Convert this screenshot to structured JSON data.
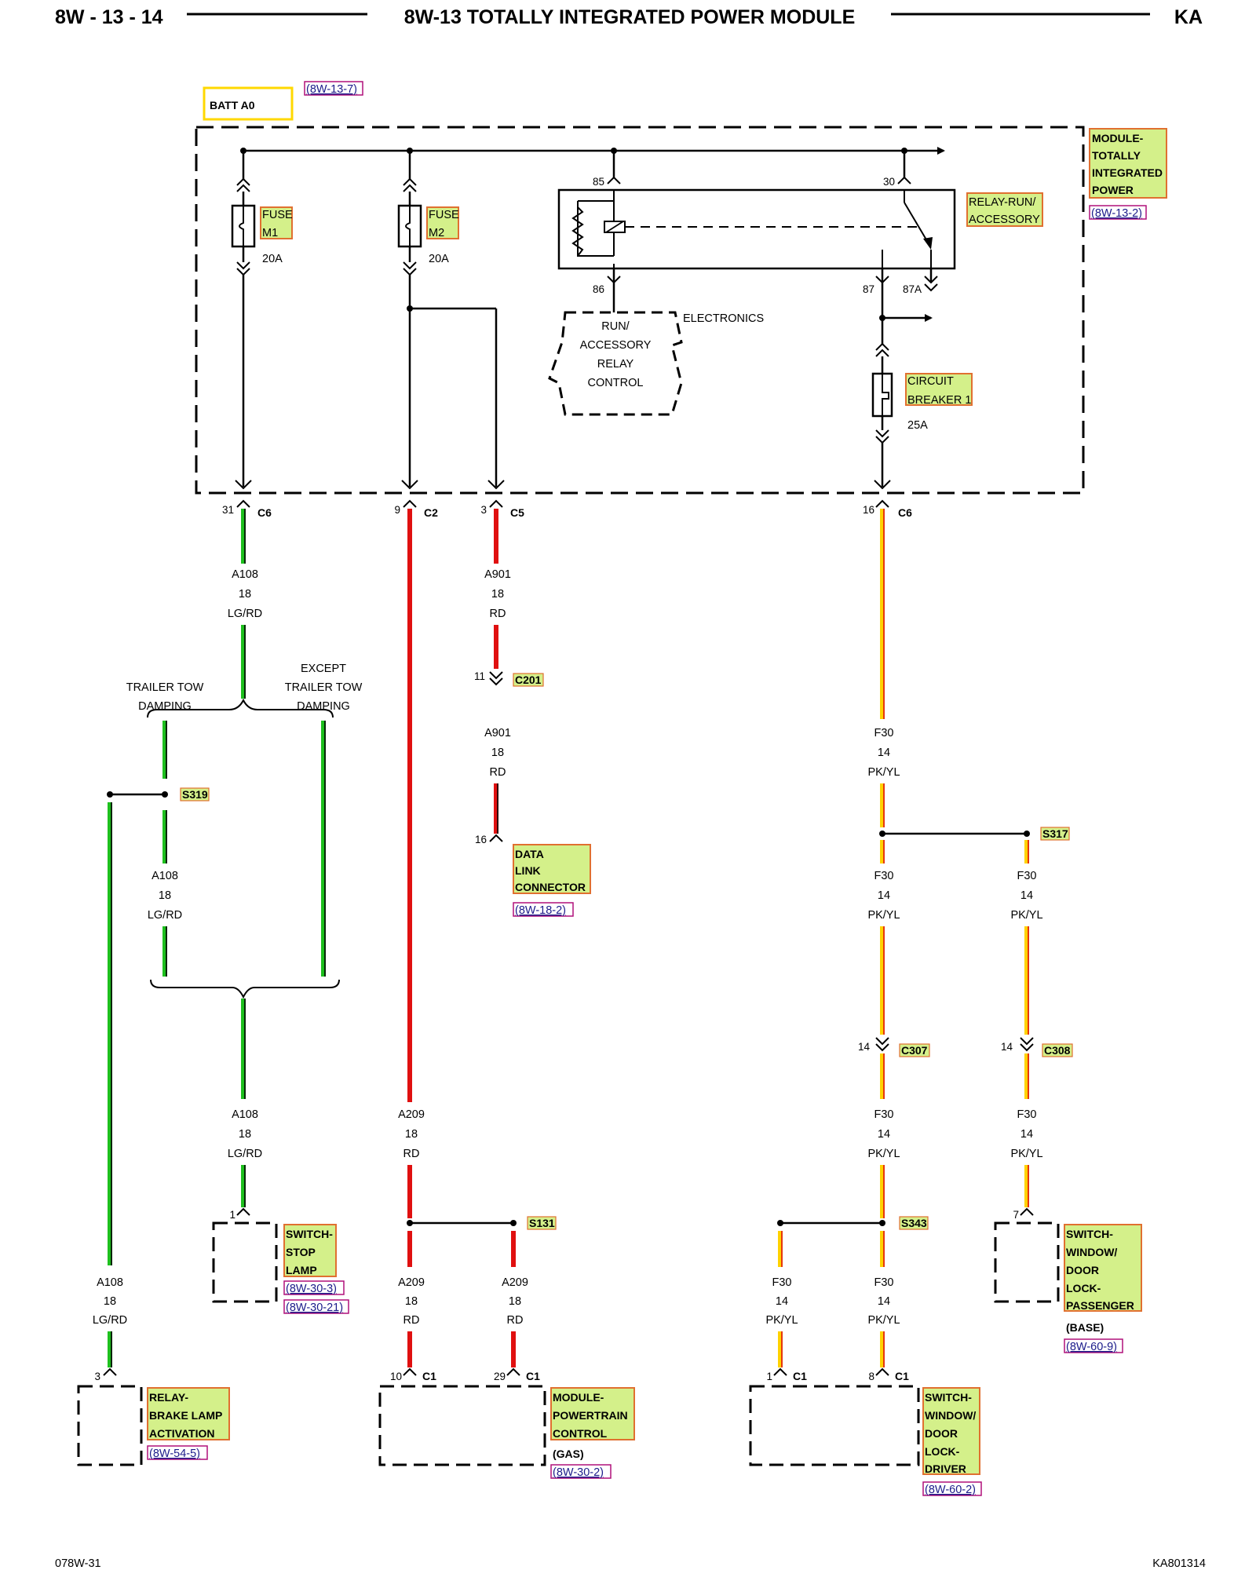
{
  "header": {
    "page_number": "8W - 13 - 14",
    "title": "8W-13 TOTALLY INTEGRATED POWER MODULE",
    "code": "KA"
  },
  "footer": {
    "left_code": "078W-31",
    "right_code": "KA801314"
  },
  "module": {
    "label_lines": [
      "MODULE-",
      "TOTALLY",
      "INTEGRATED",
      "POWER"
    ],
    "ref": "(8W-13-2)"
  },
  "batt": {
    "label": "BATT A0",
    "ref": "(8W-13-7)"
  },
  "fuses": [
    {
      "label_lines": [
        "FUSE",
        "M1"
      ],
      "rating": "20A"
    },
    {
      "label_lines": [
        "FUSE",
        "M2"
      ],
      "rating": "20A"
    }
  ],
  "relay": {
    "label_lines": [
      "RELAY-RUN/",
      "ACCESSORY"
    ],
    "pins": [
      "85",
      "30",
      "86",
      "87",
      "87A"
    ]
  },
  "electronics": {
    "label": "ELECTRONICS",
    "control_lines": [
      "RUN/",
      "ACCESSORY",
      "RELAY",
      "CONTROL"
    ]
  },
  "circuit_breaker": {
    "label_lines": [
      "CIRCUIT",
      "BREAKER 1"
    ],
    "rating": "25A"
  },
  "connectors": {
    "c6_a": {
      "pin": "31",
      "name": "C6"
    },
    "c2": {
      "pin": "9",
      "name": "C2"
    },
    "c5": {
      "pin": "3",
      "name": "C5"
    },
    "c6_b": {
      "pin": "16",
      "name": "C6"
    },
    "c201": {
      "pin": "11",
      "name": "C201"
    },
    "c307": {
      "pin": "14",
      "name": "C307"
    },
    "c308": {
      "pin": "14",
      "name": "C308"
    },
    "pcm_c1_a": {
      "pin": "10",
      "name": "C1"
    },
    "pcm_c1_b": {
      "pin": "29",
      "name": "C1"
    },
    "drv_c1_a": {
      "pin": "1",
      "name": "C1"
    },
    "drv_c1_b": {
      "pin": "8",
      "name": "C1"
    }
  },
  "splices": {
    "s319": "S319",
    "s317": "S317",
    "s131": "S131",
    "s343": "S343"
  },
  "options": {
    "trailer_tow_lines": [
      "TRAILER TOW",
      "DAMPING"
    ],
    "except_lines": [
      "EXCEPT",
      "TRAILER TOW",
      "DAMPING"
    ]
  },
  "wires": {
    "a108_top": [
      "A108",
      "18",
      "LG/RD"
    ],
    "a108_mid": [
      "A108",
      "18",
      "LG/RD"
    ],
    "a108_low": [
      "A108",
      "18",
      "LG/RD"
    ],
    "a108_left": [
      "A108",
      "18",
      "LG/RD"
    ],
    "a901_top": [
      "A901",
      "18",
      "RD"
    ],
    "a901_low": [
      "A901",
      "18",
      "RD"
    ],
    "a209_top": [
      "A209",
      "18",
      "RD"
    ],
    "a209_l": [
      "A209",
      "18",
      "RD"
    ],
    "a209_r": [
      "A209",
      "18",
      "RD"
    ],
    "f30_top": [
      "F30",
      "14",
      "PK/YL"
    ],
    "f30_mid": [
      "F30",
      "14",
      "PK/YL"
    ],
    "f30_r1": [
      "F30",
      "14",
      "PK/YL"
    ],
    "f30_c307": [
      "F30",
      "14",
      "PK/YL"
    ],
    "f30_c308": [
      "F30",
      "14",
      "PK/YL"
    ],
    "f30_bl": [
      "F30",
      "14",
      "PK/YL"
    ],
    "f30_br": [
      "F30",
      "14",
      "PK/YL"
    ]
  },
  "components": {
    "dlc": {
      "pin": "16",
      "label_lines": [
        "DATA",
        "LINK",
        "CONNECTOR"
      ],
      "ref": "(8W-18-2)"
    },
    "stop_lamp": {
      "pin": "1",
      "label_lines": [
        "SWITCH-",
        "STOP",
        "LAMP"
      ],
      "refs": [
        "(8W-30-3)",
        "(8W-30-21)"
      ]
    },
    "brake_relay": {
      "pin": "3",
      "label_lines": [
        "RELAY-",
        "BRAKE LAMP",
        "ACTIVATION"
      ],
      "ref": "(8W-54-5)"
    },
    "pcm": {
      "label_lines": [
        "MODULE-",
        "POWERTRAIN",
        "CONTROL"
      ],
      "note": "(GAS)",
      "ref": "(8W-30-2)"
    },
    "driver_switch": {
      "label_lines": [
        "SWITCH-",
        "WINDOW/",
        "DOOR",
        "LOCK-",
        "DRIVER"
      ],
      "ref": "(8W-60-2)"
    },
    "pass_switch": {
      "pin": "7",
      "label_lines": [
        "SWITCH-",
        "WINDOW/",
        "DOOR",
        "LOCK-",
        "PASSENGER"
      ],
      "note": "(BASE)",
      "ref": "(8W-60-9)"
    }
  },
  "colors": {
    "wire_red": "#e01010",
    "wire_green": "#1ec01e",
    "wire_yellow": "#ffd200",
    "highlight_fill": "#d4f08a",
    "highlight_border": "#e07030",
    "ref_border": "#b0107a",
    "batt_border": "#ffd800"
  }
}
